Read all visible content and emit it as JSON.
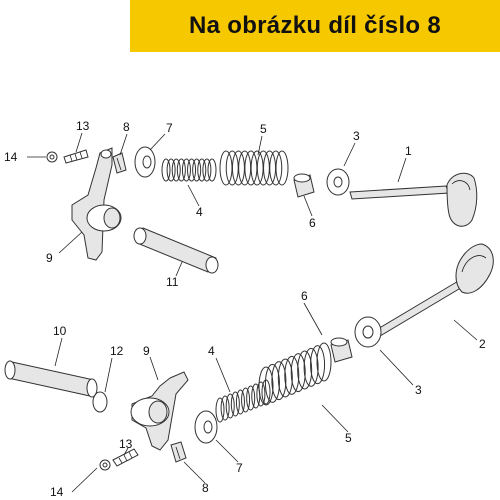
{
  "banner": {
    "text": "Na obrázku díl číslo 8",
    "color": "#f5c800"
  },
  "callouts": [
    "14",
    "13",
    "8",
    "7",
    "5",
    "3",
    "1",
    "9",
    "4",
    "6",
    "11",
    "2",
    "10",
    "12"
  ],
  "highlight_part": "8"
}
